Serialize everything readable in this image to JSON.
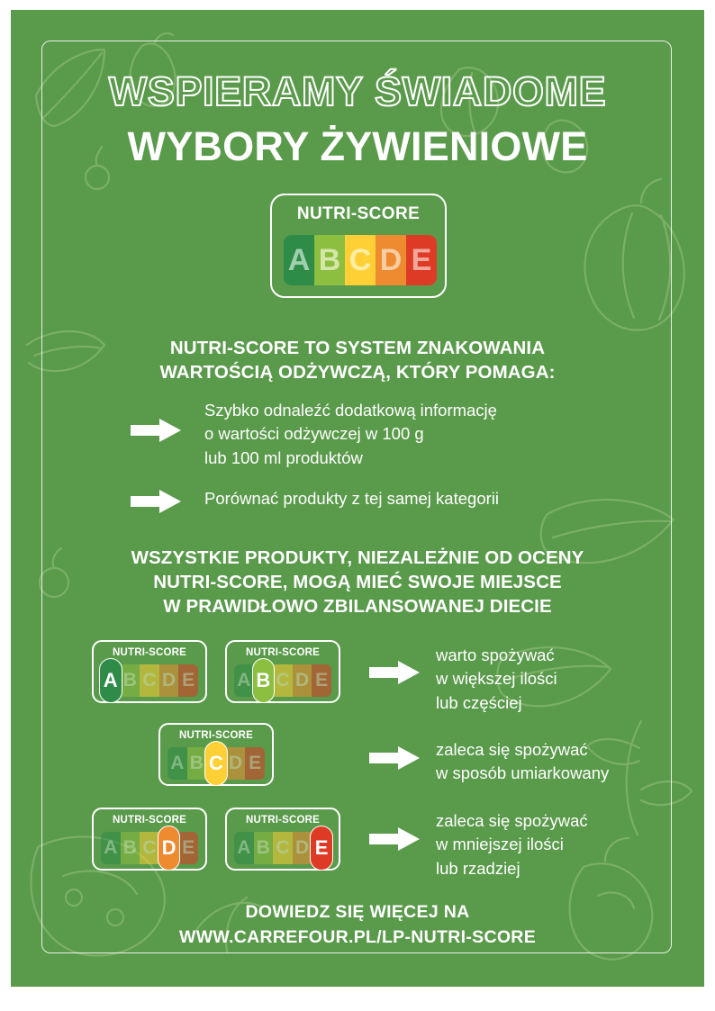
{
  "poster": {
    "background_color": "#5a9a4b",
    "frame_color": "#ffffff"
  },
  "headline": {
    "line1": "WSPIERAMY ŚWIADOME",
    "line2": "WYBORY ŻYWIENIOWE"
  },
  "nutriscore_logo": {
    "label": "NUTRI-SCORE",
    "grades": [
      {
        "letter": "A",
        "bg": "#2e8b48",
        "fg": "#9fd0ae"
      },
      {
        "letter": "B",
        "bg": "#8cbe3f",
        "fg": "#d4e7a8"
      },
      {
        "letter": "C",
        "bg": "#ffd035",
        "fg": "#fdeea4"
      },
      {
        "letter": "D",
        "bg": "#ee8a30",
        "fg": "#f8cda2"
      },
      {
        "letter": "E",
        "bg": "#de3b26",
        "fg": "#f2a79b"
      }
    ]
  },
  "benefits": {
    "heading_line1": "NUTRI-SCORE TO SYSTEM ZNAKOWANIA",
    "heading_line2": "WARTOŚCIĄ ODŻYWCZĄ, KTÓRY POMAGA:",
    "items": [
      {
        "icon": "arrow-right-icon",
        "text": "Szybko odnaleźć dodatkową informację\no wartości odżywczej w 100 g\nlub 100 ml produktów"
      },
      {
        "icon": "arrow-right-icon",
        "text": "Porównać produkty z tej samej kategorii"
      }
    ]
  },
  "all_products": {
    "heading_line1": "WSZYSTKIE PRODUKTY, NIEZALEŻNIE OD OCENY",
    "heading_line2": "NUTRI-SCORE, MOGĄ MIEĆ SWOJE MIEJSCE",
    "heading_line3": "W PRAWIDŁOWO ZBILANSOWANEJ DIECIE"
  },
  "recommendations": [
    {
      "badges": [
        {
          "label": "NUTRI-SCORE",
          "selected": "A"
        },
        {
          "label": "NUTRI-SCORE",
          "selected": "B"
        }
      ],
      "icon": "arrow-right-icon",
      "text": "warto spożywać\nw większej ilości\nlub częściej"
    },
    {
      "badges": [
        {
          "label": "NUTRI-SCORE",
          "selected": "C"
        }
      ],
      "icon": "arrow-right-icon",
      "text": "zaleca się spożywać\nw sposób umiarkowany"
    },
    {
      "badges": [
        {
          "label": "NUTRI-SCORE",
          "selected": "D"
        },
        {
          "label": "NUTRI-SCORE",
          "selected": "E"
        }
      ],
      "icon": "arrow-right-icon",
      "text": "zaleca się spożywać\nw mniejszej ilości\nlub rzadziej"
    }
  ],
  "footer": {
    "cta": "DOWIEDZ SIĘ WIĘCEJ NA",
    "url": "WWW.CARREFOUR.PL/LP-NUTRI-SCORE"
  }
}
